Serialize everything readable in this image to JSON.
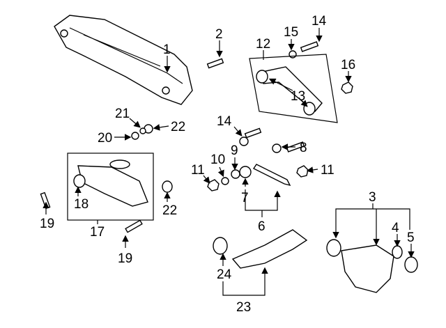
{
  "callouts": {
    "c1": "1",
    "c2": "2",
    "c3": "3",
    "c4": "4",
    "c5": "5",
    "c6": "6",
    "c7": "7",
    "c8": "8",
    "c9": "9",
    "c10": "10",
    "c11a": "11",
    "c11b": "11",
    "c12": "12",
    "c13": "13",
    "c14a": "14",
    "c14b": "14",
    "c15": "15",
    "c16": "16",
    "c17": "17",
    "c18": "18",
    "c19a": "19",
    "c19b": "19",
    "c20": "20",
    "c21": "21",
    "c22a": "22",
    "c22b": "22",
    "c23": "23",
    "c24": "24"
  }
}
